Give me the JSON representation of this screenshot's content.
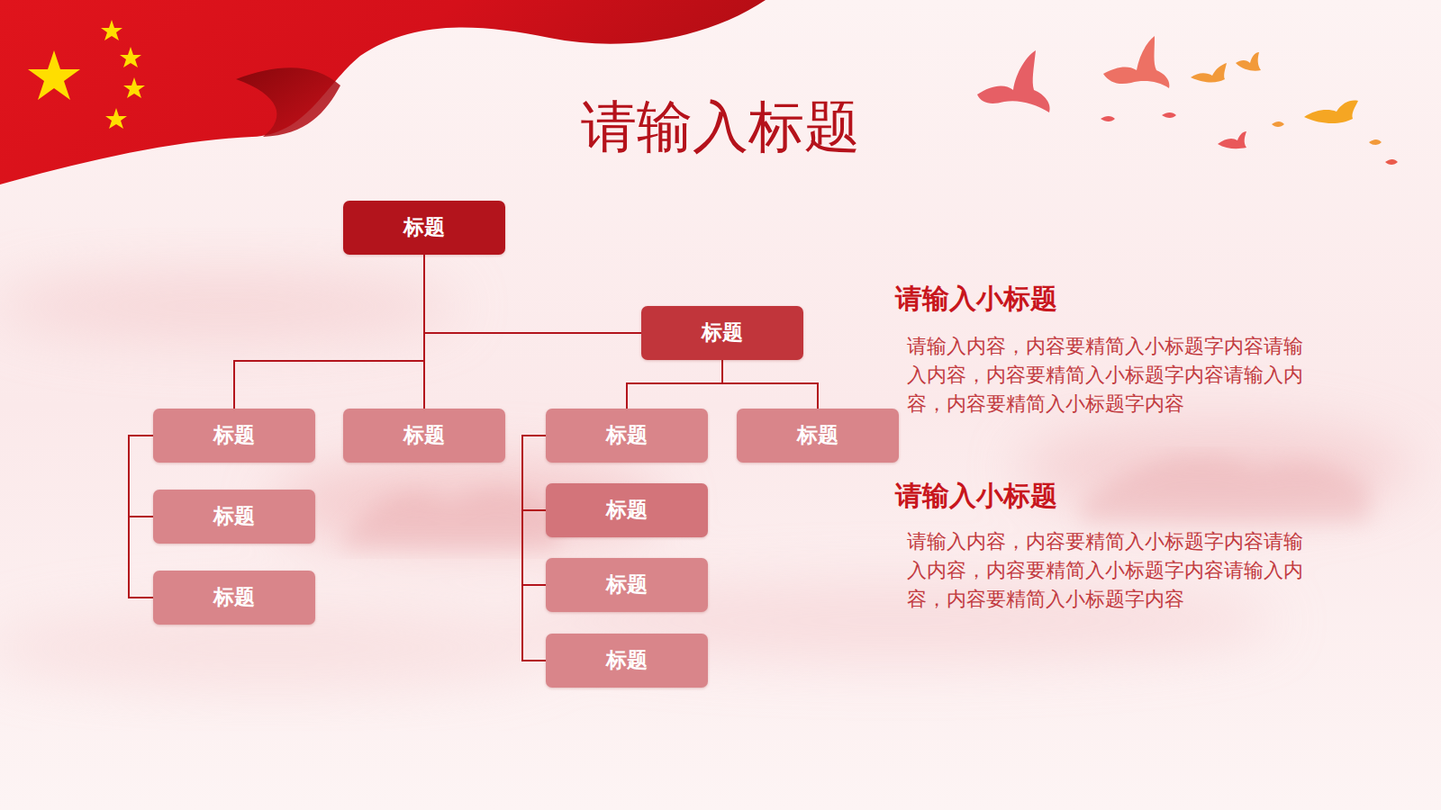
{
  "diagram": {
    "title": "请输入标题",
    "nodes": [
      {
        "text": [
          "标题"
        ]
      },
      {
        "text": [
          "标题"
        ]
      },
      {
        "text": [
          "标题"
        ]
      },
      {
        "text": [
          "标题"
        ]
      },
      {
        "text": [
          "标题"
        ]
      },
      {
        "text": [
          "标题"
        ]
      },
      {
        "text": [
          "标题"
        ]
      },
      {
        "text": [
          "标题"
        ]
      },
      {
        "text": [
          "标题"
        ]
      },
      {
        "text": [
          "标题"
        ]
      },
      {
        "text": [
          "标题"
        ]
      }
    ],
    "edges": [
      {
        "from": 0,
        "to": 1,
        "arrow": "none"
      },
      {
        "from": 0,
        "to": 2,
        "arrow": "none"
      },
      {
        "from": 0,
        "to": 3,
        "arrow": "none"
      },
      {
        "from": 1,
        "to": 4,
        "arrow": "none"
      },
      {
        "from": 1,
        "to": 5,
        "arrow": "none"
      },
      {
        "from": 2,
        "to": 6,
        "arrow": "none"
      },
      {
        "from": 2,
        "to": 8,
        "arrow": "none"
      },
      {
        "from": 4,
        "to": 7,
        "arrow": "none"
      },
      {
        "from": 4,
        "to": 9,
        "arrow": "none"
      },
      {
        "from": 4,
        "to": 10,
        "arrow": "none"
      }
    ],
    "labels": [
      "请输入小标题",
      "请输入内容，内容要精简入小标题字内容请输入内容，内容要精简入小标题字内容请输入内容，内容要精简入小标题字内容",
      "请输入小标题",
      "请输入内容，内容要精简入小标题字内容请输入内容，内容要精简入小标题字内容请输入内容，内容要精简入小标题字内容"
    ]
  }
}
